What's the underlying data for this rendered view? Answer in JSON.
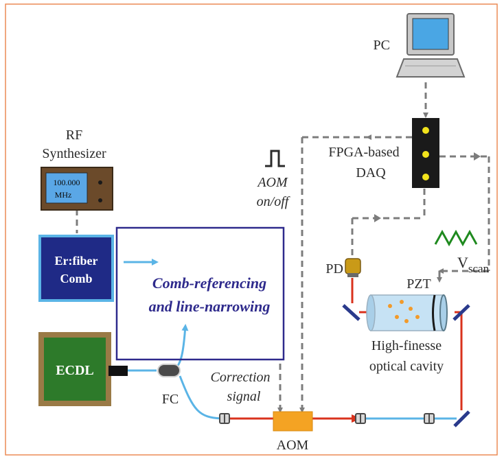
{
  "labels": {
    "pc": "PC",
    "rf_line1": "RF",
    "rf_line2": "Synthesizer",
    "rf_display_freq": "100.000",
    "rf_display_unit": "MHz",
    "fpga_line1": "FPGA-based",
    "fpga_line2": "DAQ",
    "aom_onoff_line1": "AOM",
    "aom_onoff_line2": "on/off",
    "comb_line1": "Er:fiber",
    "comb_line2": "Comb",
    "central_line1": "Comb-referencing",
    "central_line2": "and line-narrowing",
    "vscan_main": "V",
    "vscan_sub": "scan",
    "pd": "PD",
    "pzt": "PZT",
    "cavity_line1": "High-finesse",
    "cavity_line2": "optical cavity",
    "ecdl": "ECDL",
    "fc": "FC",
    "correction_line1": "Correction",
    "correction_line2": "signal",
    "aom": "AOM"
  },
  "colors": {
    "frame": "#ec8a55",
    "laser": "#d9321c",
    "fiber": "#5ab4e6",
    "dashed": "#7c7c7c",
    "comb_box": "#1f2a86",
    "central_box": "#2e2a8c",
    "central_text": "#2e2a8c",
    "ecdl_fill": "#2d7a2a",
    "ecdl_border": "#9a7a46",
    "rf_body": "#6b4a2a",
    "rf_screen": "#5aa7e6",
    "aom_fill": "#f4a323",
    "fpga_fill": "#1a1a1a",
    "fpga_dot": "#f2e31c",
    "pd_fill": "#c99a18",
    "wave": "#1f8a1f",
    "mirror": "#2a3a8c",
    "cavity_fill": "#c6e2f4",
    "cavity_dot": "#f29a2a"
  },
  "icons": [
    "computer-icon",
    "pulse-icon",
    "triangle-wave-icon",
    "mirror-icon",
    "lens-icon"
  ]
}
